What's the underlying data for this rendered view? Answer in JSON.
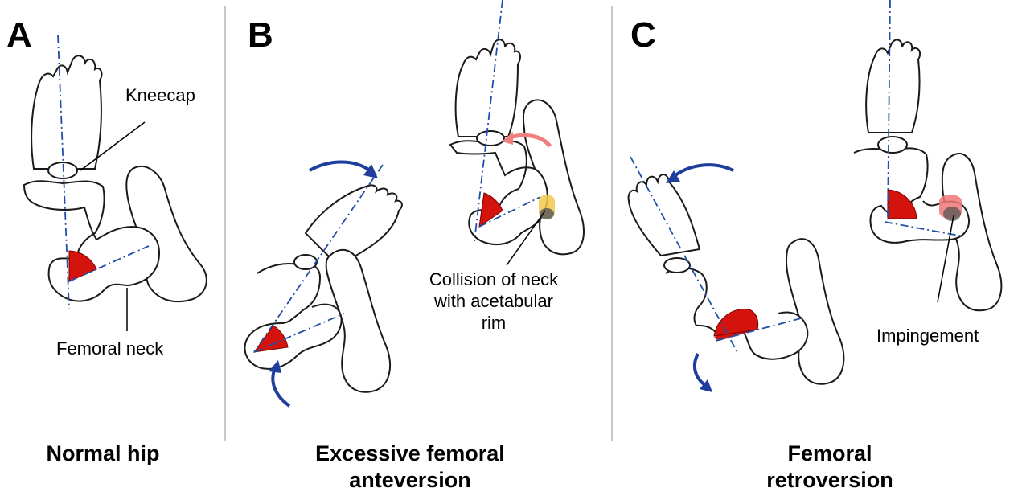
{
  "panels": [
    {
      "letter": "A",
      "labels": {
        "kneecap": "Kneecap",
        "femoral_neck": "Femoral neck"
      },
      "caption_lines": [
        "Normal hip"
      ]
    },
    {
      "letter": "B",
      "labels": {
        "collision": [
          "Collision of neck",
          "with acetabular",
          "rim"
        ]
      },
      "caption_lines": [
        "Excessive femoral",
        "anteversion"
      ]
    },
    {
      "letter": "C",
      "labels": {
        "impingement": "Impingement"
      },
      "caption_lines": [
        "Femoral",
        "retroversion"
      ]
    }
  ],
  "colors": {
    "angle_fill": "#d4140c",
    "axis_line": "#1f4fa8",
    "rotation_arrow": "#1e3d9c",
    "warning_arrow": "#f08080",
    "collision_mark": "#f2c94c",
    "impingement_mark": "#f07878",
    "contact_shadow": "#555555"
  }
}
